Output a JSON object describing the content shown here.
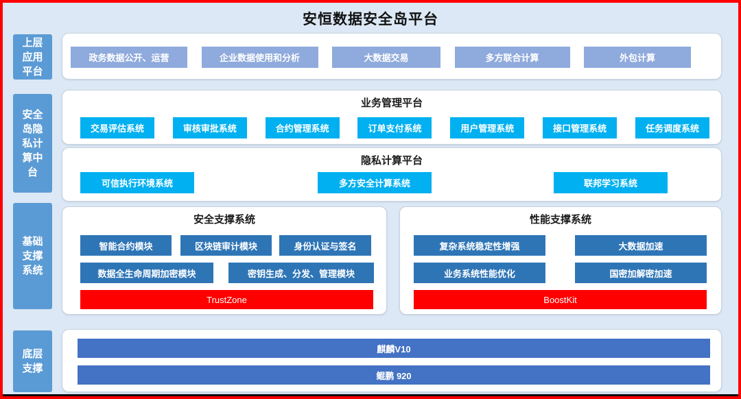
{
  "title": "安恒数据安全岛平台",
  "colors": {
    "frame_border": "#ff0000",
    "canvas_bg": "#dce8f5",
    "sidebar_blue": "#5b9bd5",
    "app_button_blue": "#8faadc",
    "system_button_cyan": "#00b0f0",
    "module_button_blue": "#2e75b6",
    "highlight_red": "#ff0000",
    "base_bar_blue": "#4472c4"
  },
  "sidebars": {
    "upper_app": "上层应用平台",
    "privacy_middle": "安全岛隐私计算中台",
    "base_support": "基础支撑系统",
    "bottom_support": "底层支撑"
  },
  "upper_apps": {
    "items": [
      "政务数据公开、运营",
      "企业数据使用和分析",
      "大数据交易",
      "多方联合计算",
      "外包计算"
    ]
  },
  "business_platform": {
    "title": "业务管理平台",
    "items": [
      "交易评估系统",
      "审核审批系统",
      "合约管理系统",
      "订单支付系统",
      "用户管理系统",
      "接口管理系统",
      "任务调度系统"
    ]
  },
  "privacy_platform": {
    "title": "隐私计算平台",
    "items": [
      "可信执行环境系统",
      "多方安全计算系统",
      "联邦学习系统"
    ]
  },
  "security_support": {
    "title": "安全支撑系统",
    "row1": [
      "智能合约模块",
      "区块链审计模块",
      "身份认证与签名"
    ],
    "row2": [
      "数据全生命周期加密模块",
      "密钥生成、分发、管理模块"
    ],
    "highlight": "TrustZone"
  },
  "performance_support": {
    "title": "性能支撑系统",
    "row1": [
      "复杂系统稳定性增强",
      "大数据加速"
    ],
    "row2": [
      "业务系统性能优化",
      "国密加解密加速"
    ],
    "highlight": "BoostKit"
  },
  "base_layer": {
    "items": [
      "麒麟V10",
      "鲲鹏 920"
    ]
  }
}
